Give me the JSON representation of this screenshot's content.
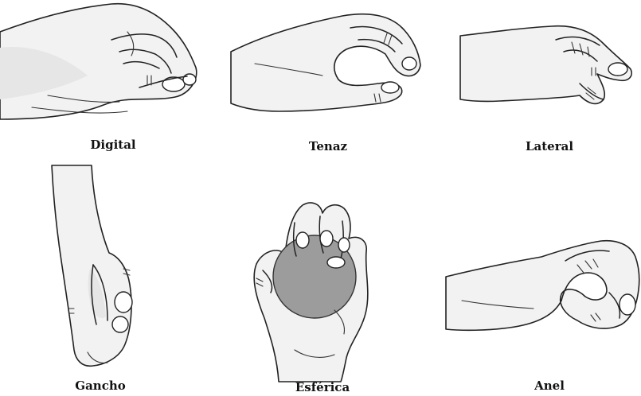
{
  "figure": {
    "panels": [
      {
        "id": "digital",
        "caption": "Digital"
      },
      {
        "id": "tenaz",
        "caption": "Tenaz"
      },
      {
        "id": "lateral",
        "caption": "Lateral"
      },
      {
        "id": "gancho",
        "caption": "Gancho"
      },
      {
        "id": "esferica",
        "caption": "Esférica"
      },
      {
        "id": "anel",
        "caption": "Anel"
      }
    ]
  },
  "colors": {
    "background": "#ffffff",
    "line": "#222222",
    "skin": "#f2f2f2",
    "ball": "#9c9c9c"
  }
}
